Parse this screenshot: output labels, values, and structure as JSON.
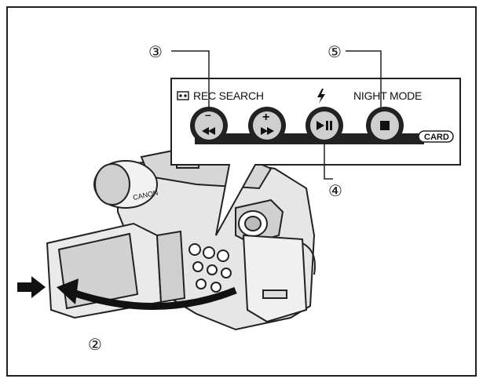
{
  "panel": {
    "rec_search_label": "REC SEARCH",
    "night_mode_label": "NIGHT MODE",
    "card_label": "CARD",
    "buttons": [
      {
        "id": "rew",
        "label": "–"
      },
      {
        "id": "ff",
        "label": "+"
      },
      {
        "id": "play",
        "label": ""
      },
      {
        "id": "stop",
        "label": ""
      }
    ]
  },
  "callouts": {
    "c2": "②",
    "c3": "③",
    "c4": "④",
    "c5": "⑤"
  },
  "icons": {
    "rew": "rewind-icon",
    "ff": "fast-forward-icon",
    "play": "play-pause-icon",
    "stop": "stop-icon",
    "flash": "flash-icon",
    "tape": "cassette-icon"
  }
}
